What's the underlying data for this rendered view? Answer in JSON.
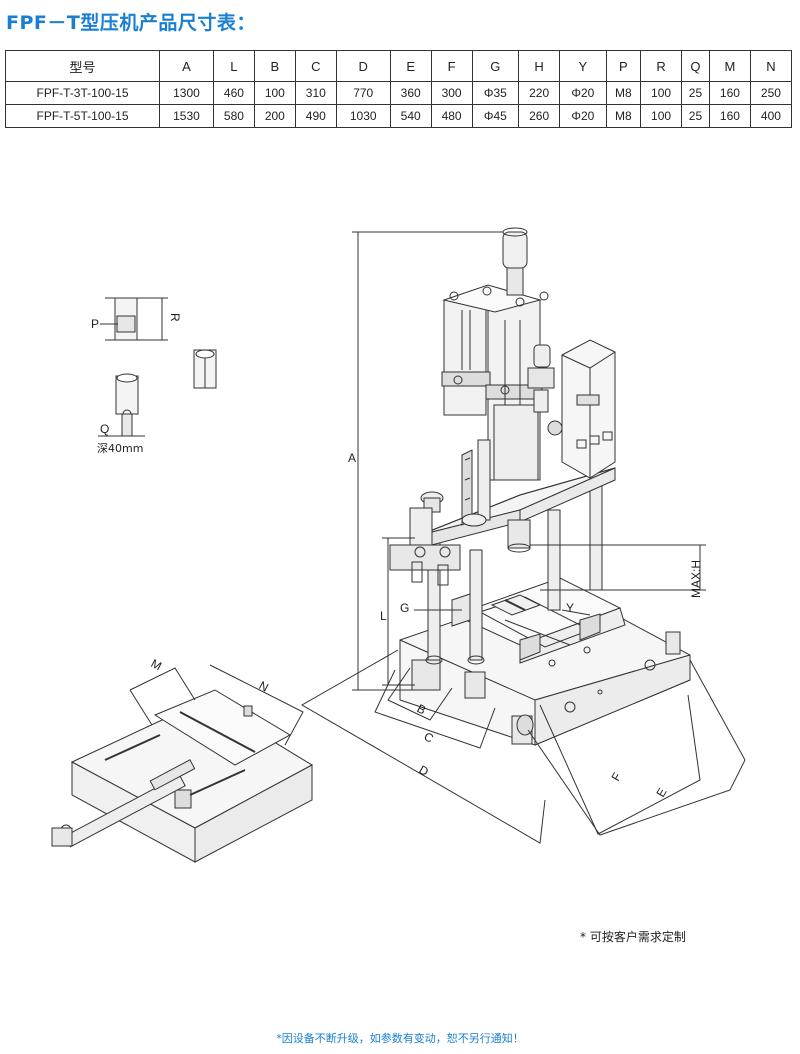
{
  "title": "FPF－T型压机产品尺寸表：",
  "table": {
    "headers": [
      "型号",
      "A",
      "L",
      "B",
      "C",
      "D",
      "E",
      "F",
      "G",
      "H",
      "Y",
      "P",
      "R",
      "Q",
      "M",
      "N"
    ],
    "rows": [
      [
        "FPF-T-3T-100-15",
        "1300",
        "460",
        "100",
        "310",
        "770",
        "360",
        "300",
        "Φ35",
        "220",
        "Φ20",
        "M8",
        "100",
        "25",
        "160",
        "250"
      ],
      [
        "FPF-T-5T-100-15",
        "1530",
        "580",
        "200",
        "490",
        "1030",
        "540",
        "480",
        "Φ45",
        "260",
        "Φ20",
        "M8",
        "100",
        "25",
        "160",
        "400"
      ]
    ]
  },
  "diagram_labels": {
    "A": "A",
    "L": "L",
    "B": "B",
    "C": "C",
    "D": "D",
    "E": "E",
    "F": "F",
    "G": "G",
    "Y": "Y",
    "H": "MAX:H",
    "P": "P",
    "R": "R",
    "Q": "Q",
    "depth": "深40mm",
    "M": "M",
    "N": "N"
  },
  "notes": {
    "custom": "* 可按客户需求定制",
    "disclaimer": "*因设备不断升级，如参数有变动，恕不另行通知！"
  }
}
